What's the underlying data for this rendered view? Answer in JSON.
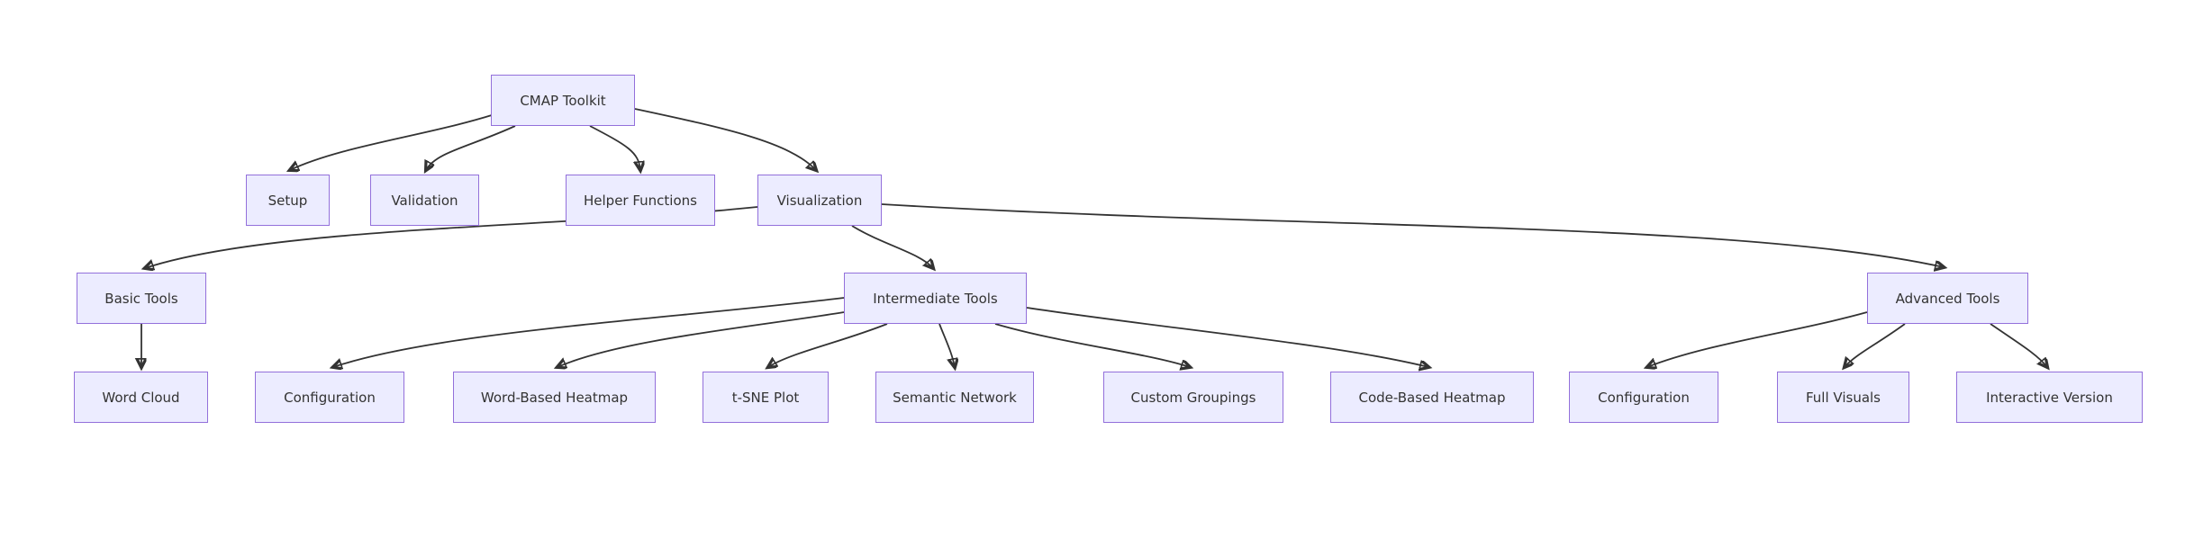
{
  "diagram": {
    "type": "flowchart-top-down",
    "colors": {
      "background": "#FFFFFF",
      "node_fill": "#ECECFF",
      "node_border": "#9370DB",
      "node_text": "#333333",
      "edge": "#333333"
    },
    "nodes": {
      "cmap": {
        "label": "CMAP Toolkit"
      },
      "setup": {
        "label": "Setup"
      },
      "validation": {
        "label": "Validation"
      },
      "helper_functions": {
        "label": "Helper Functions"
      },
      "visualization": {
        "label": "Visualization"
      },
      "basic_tools": {
        "label": "Basic Tools"
      },
      "intermediate_tools": {
        "label": "Intermediate Tools"
      },
      "advanced_tools": {
        "label": "Advanced Tools"
      },
      "word_cloud": {
        "label": "Word Cloud"
      },
      "config_intermediate": {
        "label": "Configuration"
      },
      "word_based_heatmap": {
        "label": "Word-Based Heatmap"
      },
      "tsne_plot": {
        "label": "t-SNE Plot"
      },
      "semantic_network": {
        "label": "Semantic Network"
      },
      "custom_groupings": {
        "label": "Custom Groupings"
      },
      "code_based_heatmap": {
        "label": "Code-Based Heatmap"
      },
      "config_advanced": {
        "label": "Configuration"
      },
      "full_visuals": {
        "label": "Full Visuals"
      },
      "interactive_version": {
        "label": "Interactive Version"
      }
    },
    "edges": [
      {
        "from": "cmap",
        "to": "setup"
      },
      {
        "from": "cmap",
        "to": "validation"
      },
      {
        "from": "cmap",
        "to": "helper_functions"
      },
      {
        "from": "cmap",
        "to": "visualization"
      },
      {
        "from": "visualization",
        "to": "basic_tools"
      },
      {
        "from": "visualization",
        "to": "intermediate_tools"
      },
      {
        "from": "visualization",
        "to": "advanced_tools"
      },
      {
        "from": "basic_tools",
        "to": "word_cloud"
      },
      {
        "from": "intermediate_tools",
        "to": "config_intermediate"
      },
      {
        "from": "intermediate_tools",
        "to": "word_based_heatmap"
      },
      {
        "from": "intermediate_tools",
        "to": "tsne_plot"
      },
      {
        "from": "intermediate_tools",
        "to": "semantic_network"
      },
      {
        "from": "intermediate_tools",
        "to": "custom_groupings"
      },
      {
        "from": "intermediate_tools",
        "to": "code_based_heatmap"
      },
      {
        "from": "advanced_tools",
        "to": "config_advanced"
      },
      {
        "from": "advanced_tools",
        "to": "full_visuals"
      },
      {
        "from": "advanced_tools",
        "to": "interactive_version"
      }
    ]
  }
}
